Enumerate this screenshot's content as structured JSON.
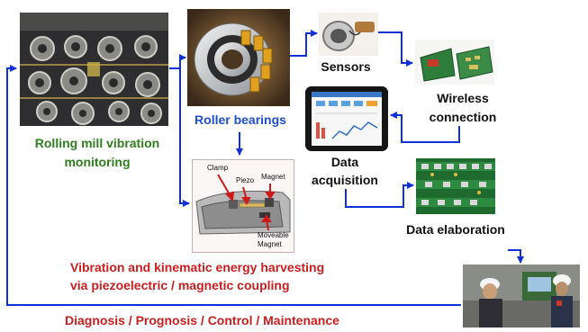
{
  "labels": {
    "rolling_mill": [
      "Rolling mill vibration",
      "monitoring"
    ],
    "roller_bearings": "Roller bearings",
    "sensors": "Sensors",
    "wireless": [
      "Wireless",
      "connection"
    ],
    "data_acquisition": [
      "Data",
      "acquisition"
    ],
    "data_elaboration": "Data elaboration",
    "harvesting": [
      "Vibration and kinematic energy harvesting",
      "via piezoelectric / magnetic coupling"
    ],
    "diagnosis": "Diagnosis / Prognosis / Control / Maintenance"
  },
  "harvester_diagram": {
    "clamp": "Clamp",
    "piezo": "Piezo",
    "magnet": "Magnet",
    "moveable": [
      "Moveable",
      "Magnet"
    ]
  },
  "colors": {
    "arrow": "#1030d8",
    "green_label": "#2e7d1e",
    "blue_label": "#1f4fd1",
    "red_label": "#c81e1e"
  }
}
